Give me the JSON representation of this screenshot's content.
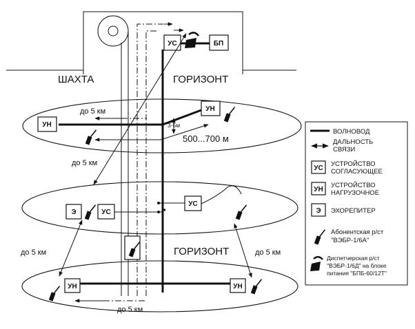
{
  "labels": {
    "shaft": "ШАХТА",
    "horizon": "ГОРИЗОНТ",
    "d5": "до 5 км",
    "dist_short": "3-5м",
    "dist_range": "500...700 м"
  },
  "boxes": {
    "us": "УС",
    "bp": "БП",
    "un": "УН",
    "e": "Э"
  },
  "legend": {
    "waveguide": "ВОЛНОВОД",
    "range_1": "ДАЛЬНОСТЬ",
    "range_2": "СВЯЗИ",
    "us_1": "УСТРОЙСТВО",
    "us_2": "СОГЛАСУЮЩЕЕ",
    "un_1": "УСТРОЙСТВО",
    "un_2": "НАГРУЗОЧНОЕ",
    "e_label": "ЭХОРЕПИТЕР",
    "sub_1": "Абонентская р/ст",
    "sub_2": "\"ВЭБР-1/6А\"",
    "disp_1": "Диспетчерская р/ст",
    "disp_2": "\"ВЭБР-1/6Д\" на блоке",
    "disp_3": "питания \"БПБ-60/12Т\""
  }
}
